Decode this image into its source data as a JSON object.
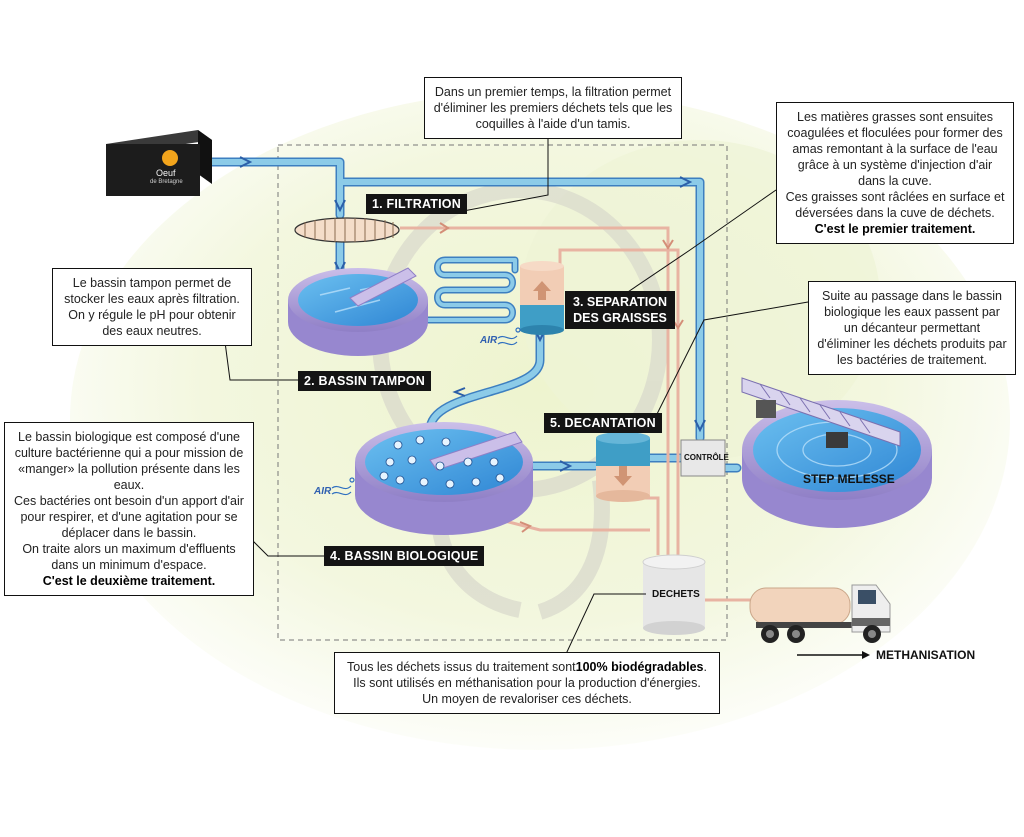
{
  "brand": {
    "logo_text": "Oeuf",
    "logo_sub": "de Bretagne"
  },
  "steps": {
    "filtration": "1. FILTRATION",
    "bassin_tampon": "2. BASSIN TAMPON",
    "separation_line1": "3. SEPARATION",
    "separation_line2": "DES GRAISSES",
    "bassin_biologique": "4. BASSIN BIOLOGIQUE",
    "decantation": "5. DECANTATION"
  },
  "labels": {
    "controle": "CONTRÔLE",
    "step_melesse": "STEP MELESSE",
    "dechets": "DECHETS",
    "methanisation": "METHANISATION",
    "air_1": "AIR",
    "air_2": "AIR"
  },
  "notes": {
    "filtration": "Dans un premier temps, la filtration permet d'éliminer les premiers déchets tels que les coquilles à l'aide d'un tamis.",
    "graisses_1": "Les matières grasses sont ensuites coagulées et floculées pour former des amas remontant à la surface de l'eau grâce à un système d'injection d'air dans la cuve.",
    "graisses_2": "Ces graisses sont râclées en surface et déversées dans la cuve de déchets.",
    "graisses_3": "C'est le premier traitement.",
    "tampon": "Le bassin tampon permet de stocker les eaux après filtration. On y régule le pH pour obtenir des eaux neutres.",
    "decanteur": "Suite au passage dans le bassin biologique les eaux passent par un décanteur permettant d'éliminer les déchets produits par les bactéries de traitement.",
    "biologique_1": "Le bassin biologique est composé d'une culture bactérienne qui a pour mission de «manger» la pollution présente dans les eaux.",
    "biologique_2": "Ces bactéries ont besoin d'un apport d'air pour respirer, et d'une agitation pour se déplacer dans le bassin.",
    "biologique_3": "On traite alors un maximum d'effluents dans un minimum d'espace.",
    "biologique_4": "C'est le deuxième traitement.",
    "dechets_1a": "Tous les déchets issus du traitement sont",
    "dechets_1b": "100% biodégradables",
    "dechets_1c": ".",
    "dechets_2": "Ils sont utilisés en méthanisation pour la production d'énergies.",
    "dechets_3": "Un moyen de revaloriser ces déchets."
  },
  "colors": {
    "clean_pipe": "#8ccbe8",
    "clean_pipe_edge": "#3d7fc0",
    "waste_pipe": "#e8b3a2",
    "tank_rim": "#b6a6dc",
    "water": "#4da3e0",
    "waste_tank": "#f2d4bc"
  }
}
